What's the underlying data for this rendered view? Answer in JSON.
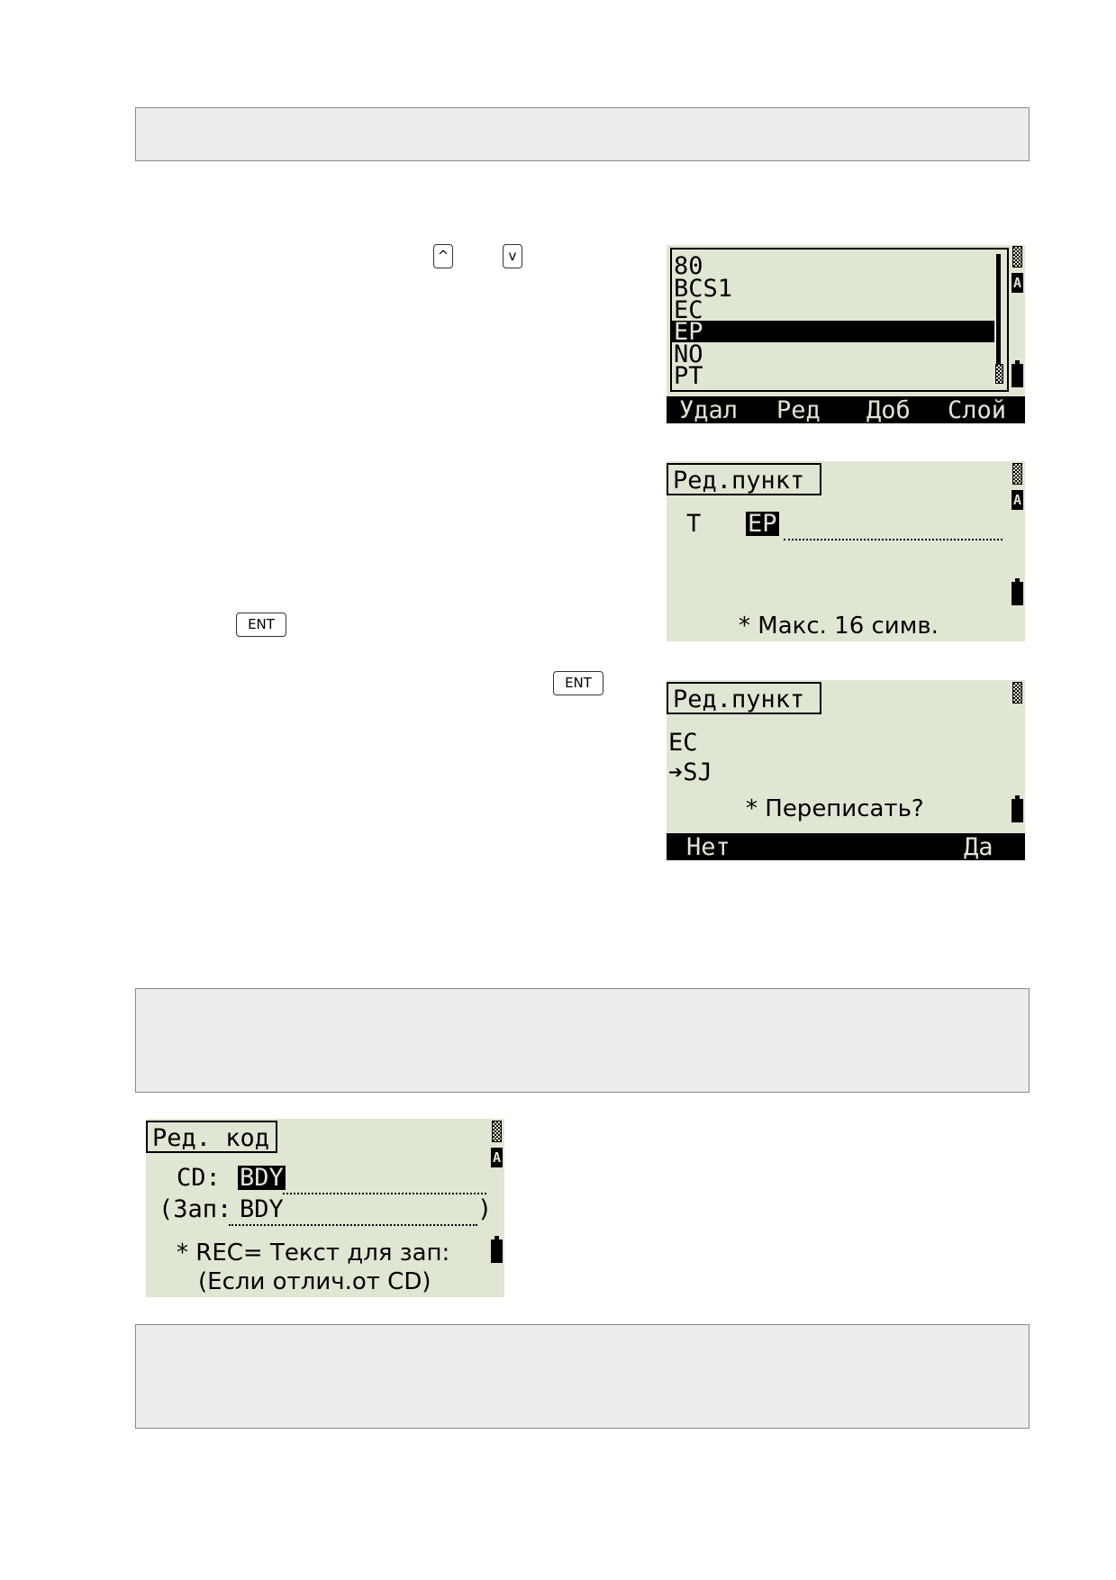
{
  "keys": {
    "up": "^",
    "down": "v",
    "ent1": "ENT",
    "ent2": "ENT"
  },
  "screen1": {
    "list": [
      "80",
      "BCS1",
      "EC",
      "EP",
      "NO",
      "PT"
    ],
    "selected_item": "EP",
    "softkeys": [
      "Удал",
      "Ред",
      "Доб",
      "Слой"
    ],
    "icons": [
      "scroll-icon",
      "alpha-mode-icon",
      "battery-icon"
    ],
    "alpha_label": "A"
  },
  "screen2": {
    "title": "Ред.пункт",
    "field_label": "T   :",
    "field_value": "EP",
    "note": "* Макс. 16 симв.",
    "alpha_label": "A"
  },
  "screen3": {
    "title": "Ред.пункт",
    "old_value": "EC",
    "new_value": "➔SJ",
    "prompt": "* Переписать?",
    "softkeys": [
      "Нет",
      "Да"
    ]
  },
  "screen4": {
    "title": "Ред. код",
    "cd_label": "CD:",
    "cd_value": "BDY",
    "rec_label": "(Зап:",
    "rec_value": "BDY",
    "rec_close": ")",
    "note_line1": "* REC= Текст для зап:",
    "note_line2": "(Если отлич.от CD)",
    "alpha_label": "A"
  },
  "colors": {
    "lcd_background": "#e0e6d4",
    "box_background": "#ececec",
    "box_border": "#8a8a8a"
  }
}
